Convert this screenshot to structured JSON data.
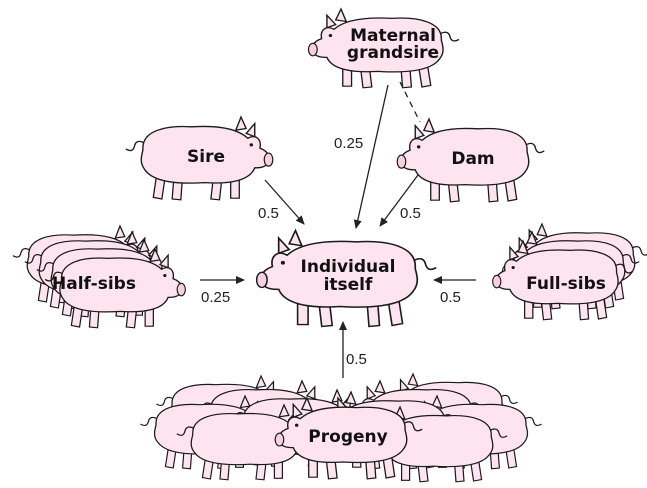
{
  "nodes": {
    "maternal_grandsire": {
      "line1": "Maternal",
      "line2": "grandsire"
    },
    "sire": {
      "label": "Sire"
    },
    "dam": {
      "label": "Dam"
    },
    "half_sibs": {
      "label": "Half-sibs"
    },
    "individual": {
      "line1": "Individual",
      "line2": "itself"
    },
    "full_sibs": {
      "label": "Full-sibs"
    },
    "progeny": {
      "label": "Progeny"
    }
  },
  "edges": {
    "grandsire_to_individual": "0.25",
    "sire_to_individual": "0.5",
    "dam_to_individual": "0.5",
    "halfsibs_to_individual": "0.25",
    "fullsibs_to_individual": "0.5",
    "progeny_to_individual": "0.5"
  },
  "colors": {
    "pig_fill": "#fde4ee",
    "outline": "#1a1a1a"
  }
}
